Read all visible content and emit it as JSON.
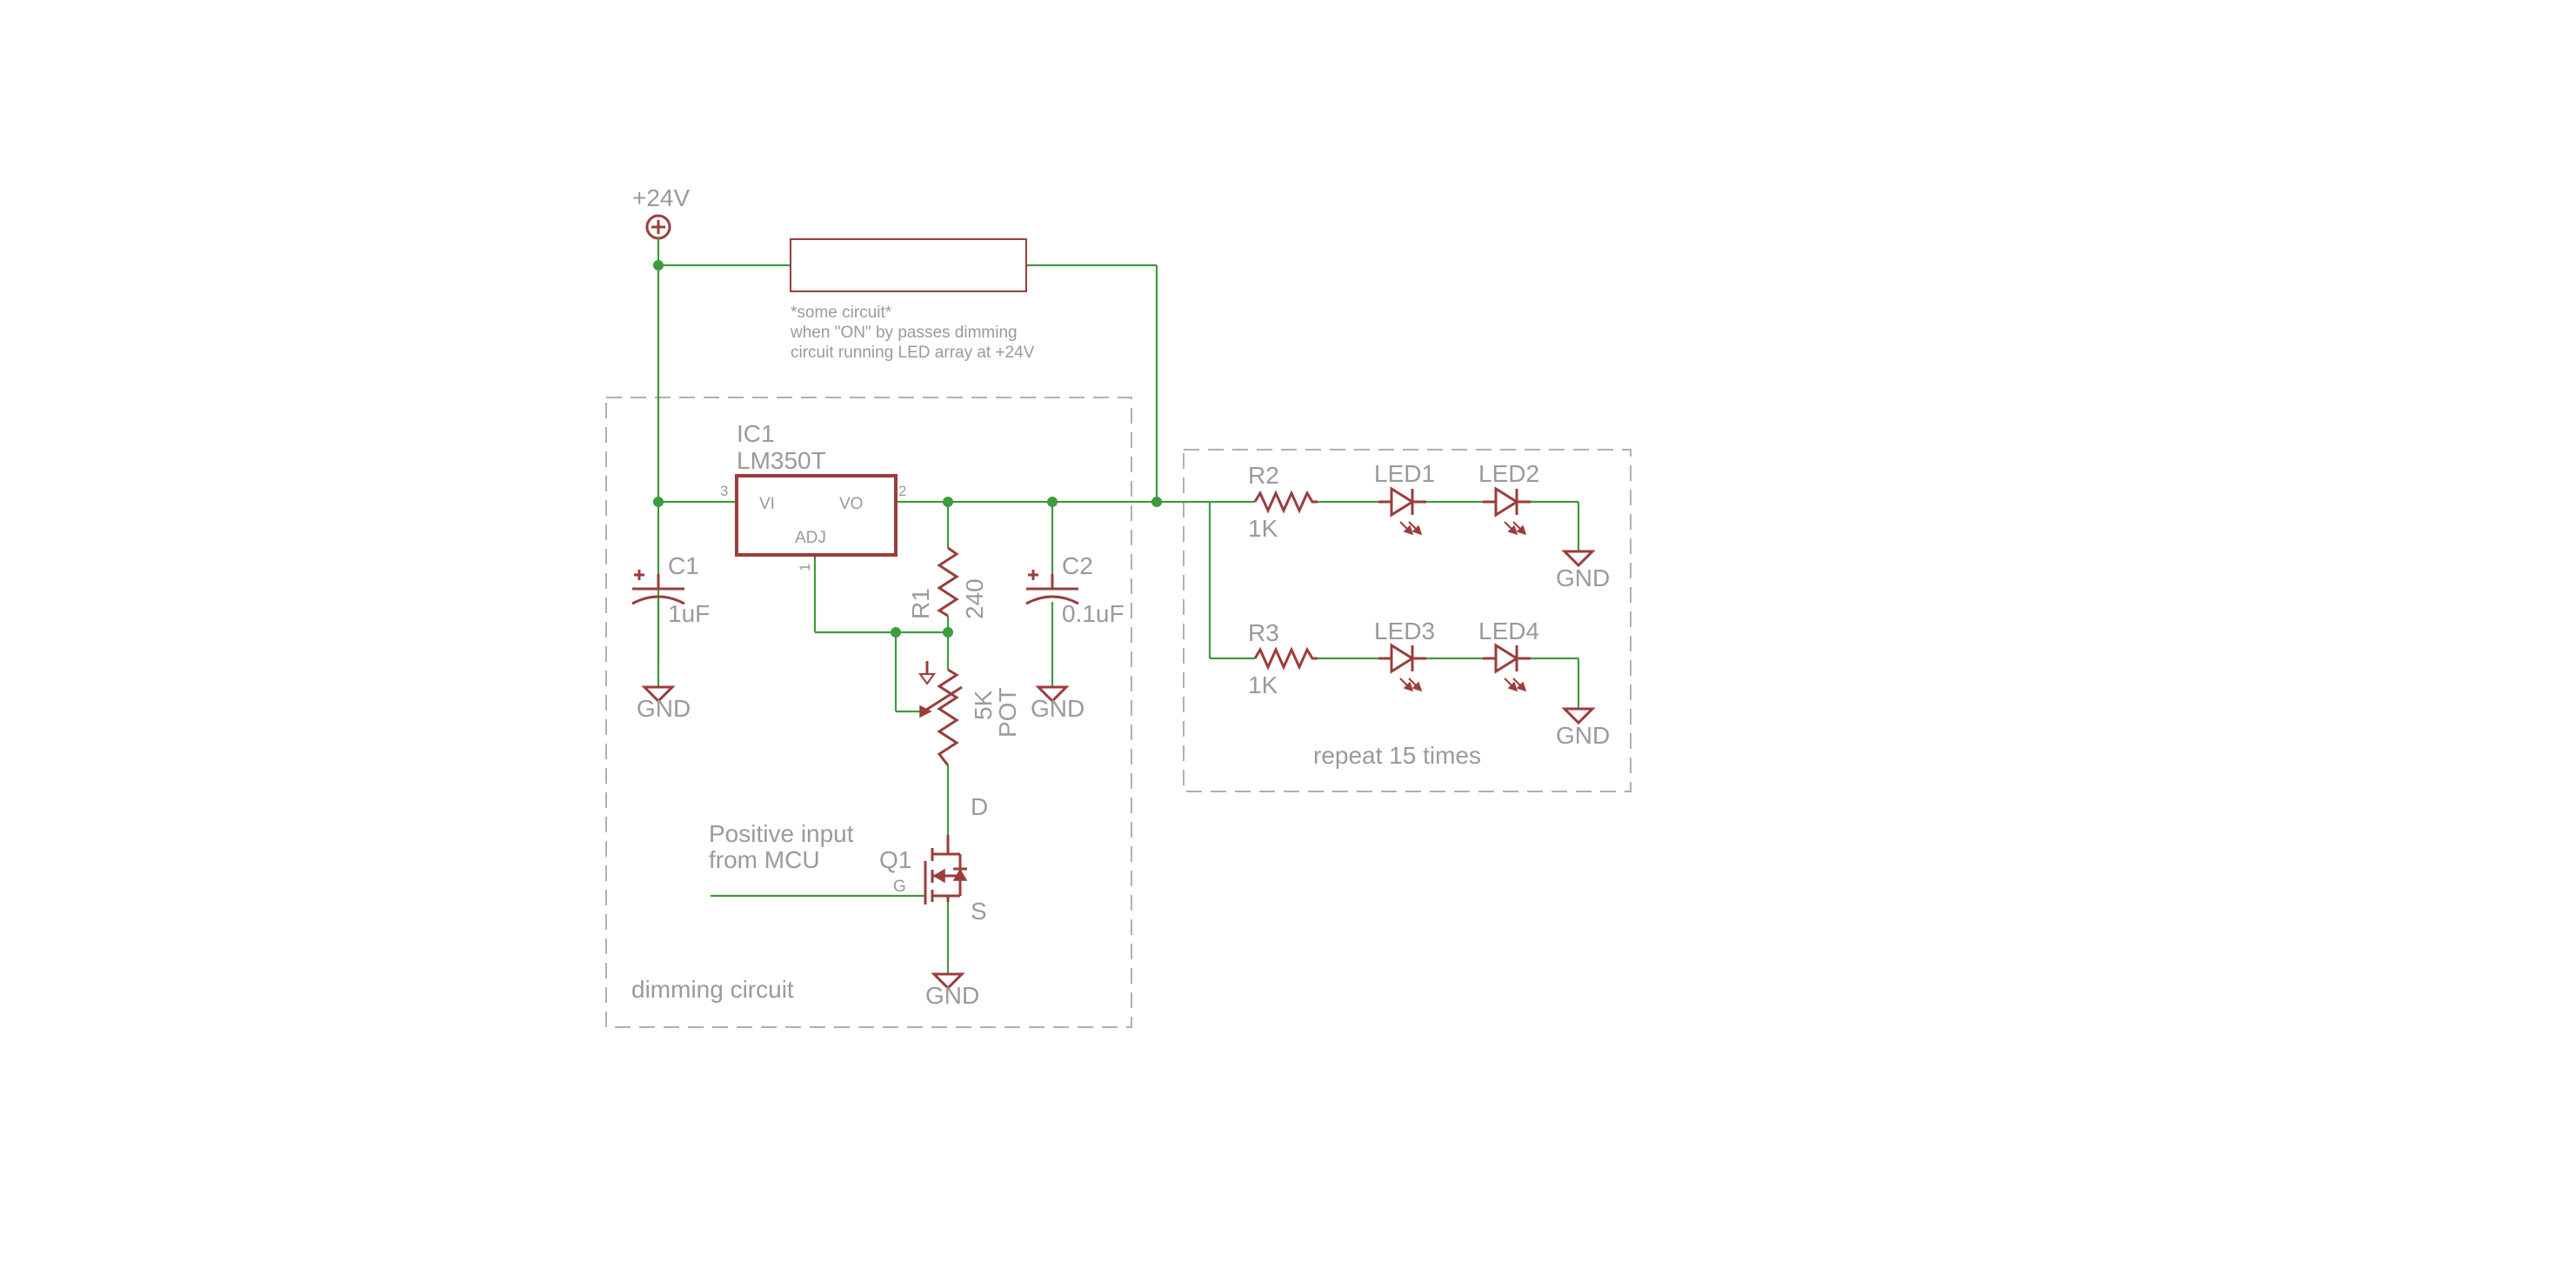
{
  "supply": {
    "label": "+24V"
  },
  "bypass": {
    "line1": "*some circuit*",
    "line2": "when \"ON\" by passes dimming",
    "line3": "circuit running LED array at +24V"
  },
  "ic1": {
    "ref": "IC1",
    "part": "LM350T",
    "pin_vi": "VI",
    "pin_vo": "VO",
    "pin_adj": "ADJ",
    "pin_num_vi": "3",
    "pin_num_vo": "2",
    "pin_num_adj": "1"
  },
  "c1": {
    "ref": "C1",
    "value": "1uF",
    "gnd": "GND"
  },
  "c2": {
    "ref": "C2",
    "value": "0.1uF",
    "gnd": "GND"
  },
  "r1": {
    "ref": "R1",
    "value": "240"
  },
  "pot": {
    "value": "5K",
    "type": "POT"
  },
  "q1": {
    "ref": "Q1",
    "drain": "D",
    "source": "S",
    "gate": "G",
    "gnd": "GND"
  },
  "mcu_input": {
    "line1": "Positive input",
    "line2": "from MCU"
  },
  "dimming": {
    "label": "dimming circuit"
  },
  "led_row1": {
    "r_ref": "R2",
    "r_val": "1K",
    "led_a": "LED1",
    "led_b": "LED2",
    "gnd": "GND"
  },
  "led_row2": {
    "r_ref": "R3",
    "r_val": "1K",
    "led_a": "LED3",
    "led_b": "LED4",
    "gnd": "GND"
  },
  "repeat": {
    "label": "repeat 15 times"
  },
  "colors": {
    "wire": "#3e9b3e",
    "component": "#9c3c3c",
    "text": "#9a9a9a",
    "frame": "#b0b0b0"
  }
}
